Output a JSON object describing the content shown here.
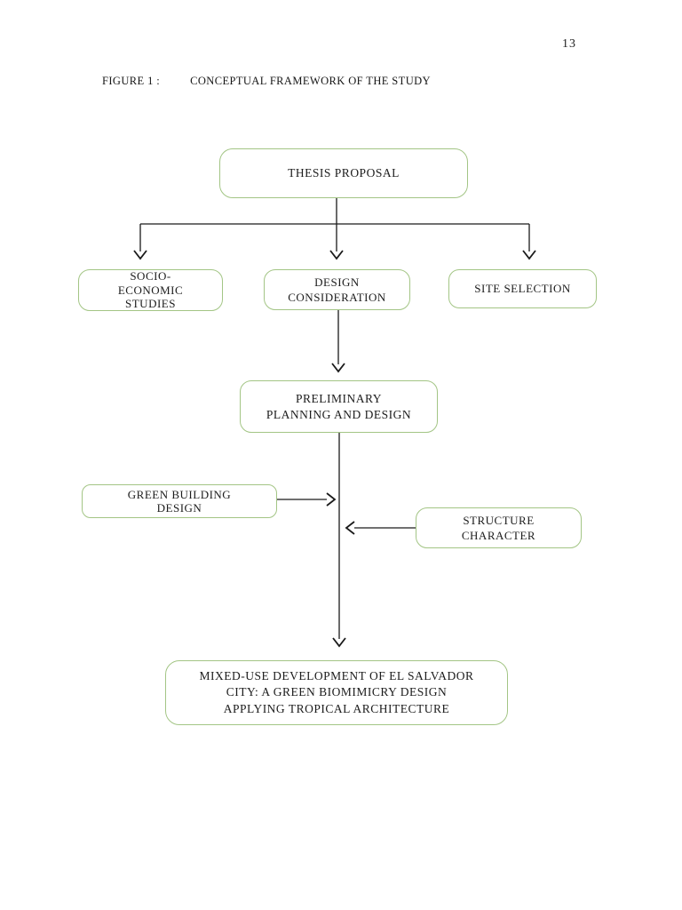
{
  "page": {
    "number": "13"
  },
  "heading": {
    "figure_label": "FIGURE 1 :",
    "title": "CONCEPTUAL FRAMEWORK OF THE STUDY"
  },
  "colors": {
    "box_border": "#a3c585",
    "connector": "#1a1a1a",
    "text": "#1f1f1f"
  },
  "diagram": {
    "nodes": {
      "thesis": {
        "label": "THESIS PROPOSAL"
      },
      "socio": {
        "label": "SOCIO-\nECONOMIC\nSTUDIES"
      },
      "design": {
        "label": "DESIGN\nCONSIDERATION"
      },
      "site": {
        "label": "SITE SELECTION"
      },
      "prelim": {
        "label": "PRELIMINARY\nPLANNING AND DESIGN"
      },
      "green": {
        "label": "GREEN BUILDING\nDESIGN"
      },
      "structure": {
        "label": "STRUCTURE\nCHARACTER"
      },
      "outcome": {
        "label": "MIXED-USE DEVELOPMENT OF EL SALVADOR\nCITY: A GREEN BIOMIMICRY DESIGN\nAPPLYING TROPICAL ARCHITECTURE"
      }
    }
  }
}
